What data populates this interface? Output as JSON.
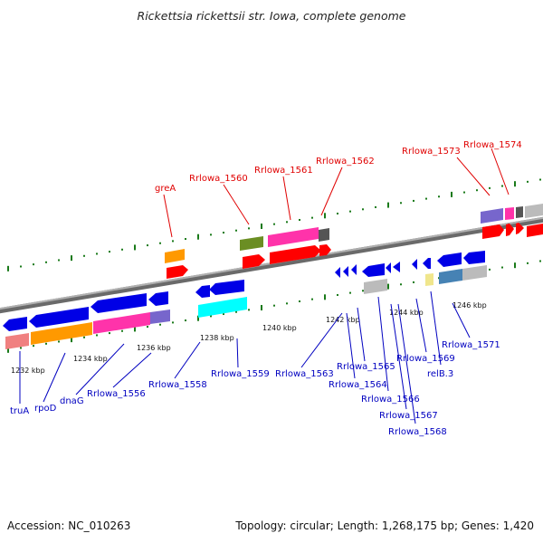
{
  "title": "Rickettsia rickettsii str. Iowa, complete genome",
  "footer": {
    "accession": "Accession: NC_010263",
    "stats": "Topology: circular; Length: 1,268,175 bp; Genes: 1,420"
  },
  "kbp_ticks": [
    "1232 kbp",
    "1234 kbp",
    "1236 kbp",
    "1238 kbp",
    "1240 kbp",
    "1242 kbp",
    "1244 kbp",
    "1246 kbp"
  ],
  "top_labels": [
    "greA",
    "Rrlowa_1560",
    "Rrlowa_1561",
    "Rrlowa_1562",
    "Rrlowa_1573",
    "Rrlowa_1574"
  ],
  "bottom_labels": [
    "truA",
    "rpoD",
    "dnaG",
    "Rrlowa_1556",
    "Rrlowa_1558",
    "Rrlowa_1559",
    "Rrlowa_1563",
    "Rrlowa_1564",
    "Rrlowa_1565",
    "Rrlowa_1566",
    "Rrlowa_1567",
    "Rrlowa_1568",
    "Rrlowa_1569",
    "relB.3",
    "Rrlowa_1571"
  ],
  "colors": {
    "label_top": "#e00000",
    "label_bottom": "#0000c0",
    "tick": "#1a7a1a",
    "backbone": "#808080",
    "blue_gene": "#0000e6",
    "red_gene": "#ff0000",
    "orange_gene": "#ff9900",
    "magenta_gene": "#ff33aa",
    "cyan_gene": "#00ffff",
    "purple_gene": "#7766cc",
    "grey_gene": "#bbbbbb",
    "olive_gene": "#6b8e23",
    "salmon_gene": "#f08080",
    "yellow_gene": "#f0e68c",
    "steel_gene": "#4682b4"
  }
}
